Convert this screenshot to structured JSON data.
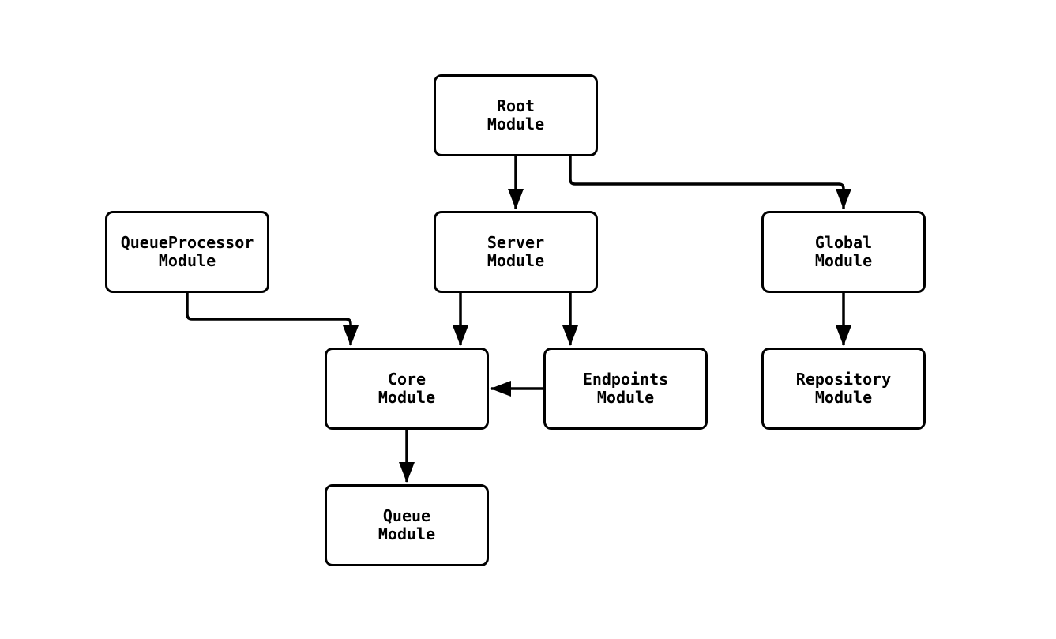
{
  "diagram": {
    "type": "flowchart",
    "background_color": "#ffffff",
    "line_color": "#000000",
    "text_color": "#000000",
    "nodes": [
      {
        "id": "root",
        "line1": "Root",
        "line2": "Module"
      },
      {
        "id": "queueprocessor",
        "line1": "QueueProcessor",
        "line2": "Module"
      },
      {
        "id": "server",
        "line1": "Server",
        "line2": "Module"
      },
      {
        "id": "global",
        "line1": "Global",
        "line2": "Module"
      },
      {
        "id": "core",
        "line1": "Core",
        "line2": "Module"
      },
      {
        "id": "endpoints",
        "line1": "Endpoints",
        "line2": "Module"
      },
      {
        "id": "repository",
        "line1": "Repository",
        "line2": "Module"
      },
      {
        "id": "queue",
        "line1": "Queue",
        "line2": "Module"
      }
    ],
    "edges": [
      {
        "from": "Root Module",
        "to": "Server Module"
      },
      {
        "from": "Root Module",
        "to": "Global Module"
      },
      {
        "from": "QueueProcessor Module",
        "to": "Core Module"
      },
      {
        "from": "Server Module",
        "to": "Core Module"
      },
      {
        "from": "Server Module",
        "to": "Endpoints Module"
      },
      {
        "from": "Endpoints Module",
        "to": "Core Module"
      },
      {
        "from": "Global Module",
        "to": "Repository Module"
      },
      {
        "from": "Core Module",
        "to": "Queue Module"
      }
    ]
  }
}
